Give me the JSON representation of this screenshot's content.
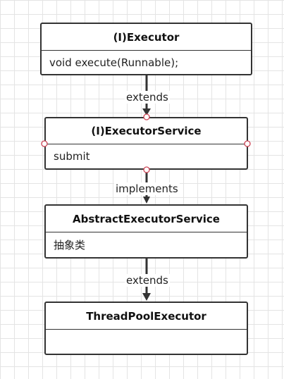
{
  "classes": [
    {
      "title": "(I)Executor",
      "body": "void execute(Runnable);"
    },
    {
      "title": "(I)ExecutorService",
      "body": "submit"
    },
    {
      "title": "AbstractExecutorService",
      "body": "抽象类"
    },
    {
      "title": "ThreadPoolExecutor",
      "body": ""
    }
  ],
  "edges": [
    {
      "label": "extends"
    },
    {
      "label": "implements"
    },
    {
      "label": "extends"
    }
  ],
  "colors": {
    "stroke": "#333333",
    "handle": "#cc4455",
    "grid": "#e4e4e4"
  }
}
